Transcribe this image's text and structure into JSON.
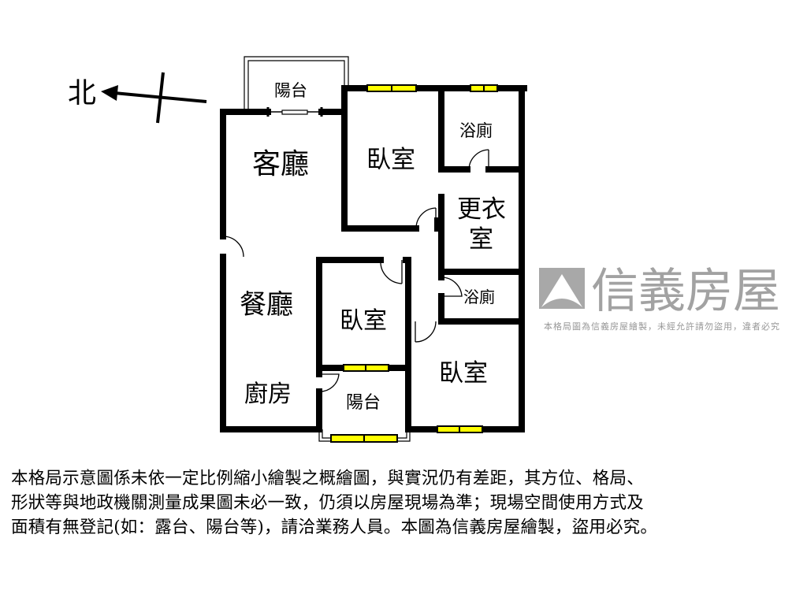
{
  "compass": {
    "north_label": "北"
  },
  "rooms": {
    "balcony_top": "陽台",
    "living_room": "客廳",
    "bedroom_1": "臥室",
    "bathroom_1": "浴廁",
    "closet_line1": "更衣",
    "closet_line2": "室",
    "dining_room": "餐廳",
    "bedroom_2": "臥室",
    "bathroom_2": "浴廁",
    "bedroom_3": "臥室",
    "kitchen": "廚房",
    "balcony_bottom": "陽台"
  },
  "watermark": {
    "brand": "信義房屋",
    "notice": "本格局圖為信義房屋繪製，未經允許請勿盜用，違者必究"
  },
  "colors": {
    "wall": "#000000",
    "window": "#ffff00",
    "watermark": "#8c8c8c"
  },
  "disclaimer": {
    "line1": "本格局示意圖係未依一定比例縮小繪製之概繪圖，與實況仍有差距，其方位、格局、",
    "line2": "形狀等與地政機關測量成果圖未必一致，仍須以房屋現場為準；現場空間使用方式及",
    "line3": "面積有無登記(如：露台、陽台等)，請洽業務人員。本圖為信義房屋繪製，盜用必究。"
  }
}
